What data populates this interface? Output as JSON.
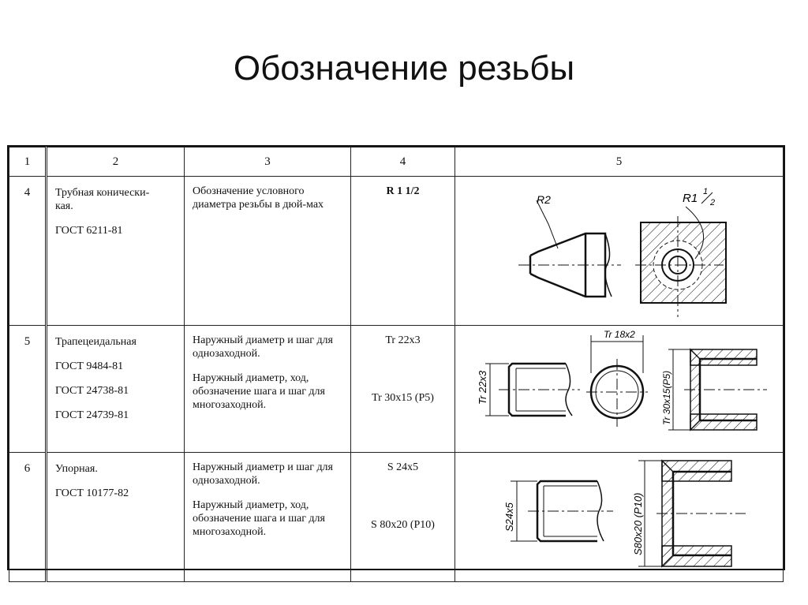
{
  "title": "Обозначение резьбы",
  "table": {
    "headers": [
      "1",
      "2",
      "3",
      "4",
      "5"
    ],
    "rows": [
      {
        "num": "4",
        "type": [
          "Трубная конически-",
          "кая."
        ],
        "gost": [
          "ГОСТ 6211-81"
        ],
        "desc": [
          "Обозначение условного диаметра резьбы в дюй-мах"
        ],
        "designation": [
          "R 1 1/2"
        ],
        "drawing_labels": {
          "a": "R2",
          "b": "R1",
          "c": "1",
          "d": "2"
        }
      },
      {
        "num": "5",
        "type": [
          "Трапецеидальная"
        ],
        "gost": [
          "ГОСТ 9484-81",
          "ГОСТ 24738-81",
          "ГОСТ 24739-81"
        ],
        "desc": [
          "Наружный диаметр и шаг для однозаходной.",
          "Наружный диаметр, ход, обозначение шага и шаг для многозаходной."
        ],
        "designation": [
          "Tr 22x3",
          "Tr 30x15 (P5)"
        ],
        "drawing_labels": {
          "a": "Tr 22x3",
          "b": "Tr 18x2",
          "c": "Tr 30x15(P5)"
        }
      },
      {
        "num": "6",
        "type": [
          "Упорная."
        ],
        "gost": [
          "ГОСТ 10177-82"
        ],
        "desc": [
          "Наружный диаметр и шаг для однозаходной.",
          "Наружный диаметр, ход, обозначение шага и шаг для многозаходной."
        ],
        "designation": [
          "S 24x5",
          "S 80x20 (P10)"
        ],
        "drawing_labels": {
          "a": "S24x5",
          "b": "S80x20 (P10)"
        }
      }
    ]
  }
}
